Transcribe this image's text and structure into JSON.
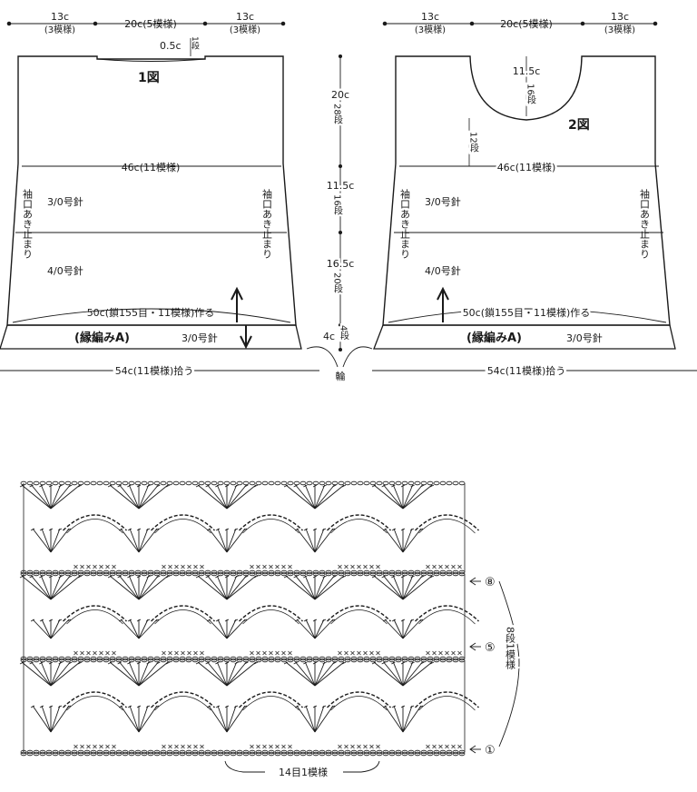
{
  "panel1": {
    "top_left": "13c",
    "top_left_sub": "(3模様)",
    "top_mid": "20c(5模様)",
    "top_right": "13c",
    "top_right_sub": "(3模様)",
    "neck_depth": "0.5c",
    "neck_rows": "1段",
    "fig_label": "1図",
    "width_46": "46c(11模様)",
    "needle_1": "3/0号針",
    "needle_2": "4/0号針",
    "sleeve_left": "袖口あき止まり",
    "sleeve_right": "袖口あき止まり",
    "start": "50c(鎖155目・11模様)作る",
    "edge": "(縁編みA)",
    "edge_needle": "3/0号針",
    "bottom": "54c(11模様)拾う"
  },
  "panel2": {
    "top_left": "13c",
    "top_left_sub": "(3模様)",
    "top_mid": "20c(5模様)",
    "top_right": "13c",
    "top_right_sub": "(3模様)",
    "neck_depth": "11.5c",
    "neck_rows": "16段",
    "side_rows": "12段",
    "fig_label": "2図",
    "width_46": "46c(11模様)",
    "needle_1": "3/0号針",
    "needle_2": "4/0号針",
    "sleeve_left": "袖口あき止まり",
    "sleeve_right": "袖口あき止まり",
    "start": "50c(鎖155目・11模様)作る",
    "edge": "(縁編みA)",
    "edge_needle": "3/0号針",
    "bottom": "54c(11模様)拾う"
  },
  "middle": {
    "h1": "20c",
    "r1": "28段",
    "h2": "11.5c",
    "r2": "16段",
    "h3": "16.5c",
    "r3": "20段",
    "h4": "4c",
    "r4": "4段",
    "ring": "輪"
  },
  "chart": {
    "row_8": "⑧",
    "row_5": "⑤",
    "row_1": "①",
    "repeat_rows": "8段1模様",
    "repeat_sts": "14目1模様"
  },
  "colors": {
    "ink": "#1a1a1a",
    "paper": "#ffffff"
  }
}
